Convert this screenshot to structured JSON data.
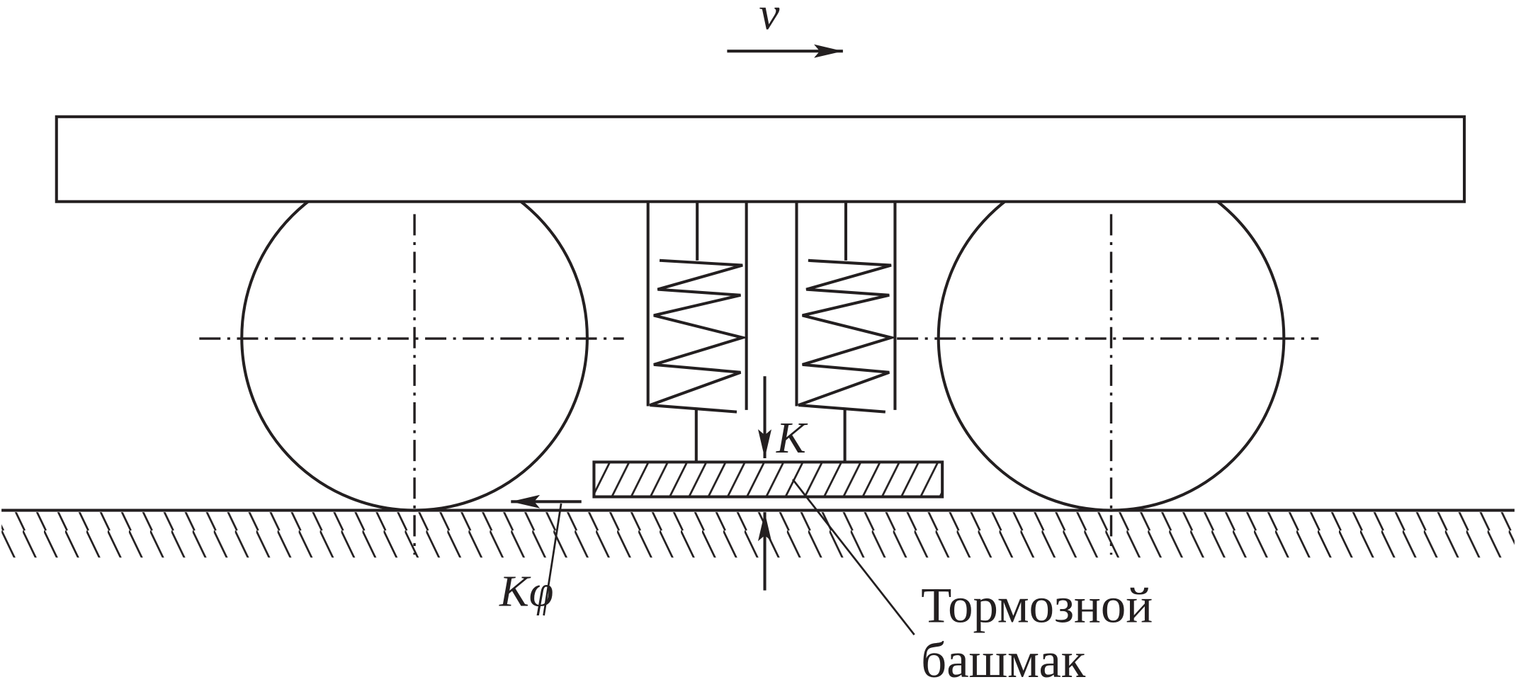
{
  "labels": {
    "velocity": "v",
    "pressing_force": "K",
    "friction_force": "Kφ",
    "shoe_label_line1": "Тормозной",
    "shoe_label_line2": "башмак"
  },
  "colors": {
    "ink": "#231f20",
    "background": "#ffffff"
  }
}
